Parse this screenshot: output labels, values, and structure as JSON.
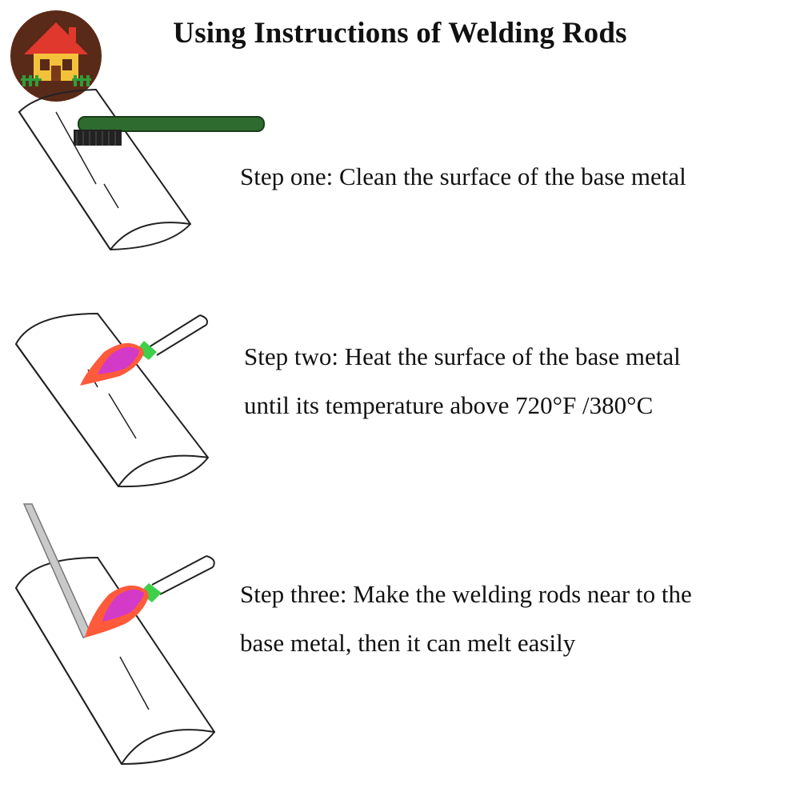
{
  "title": "Using Instructions of Welding Rods",
  "logo": {
    "icon": "house-icon",
    "colors": {
      "circle": "#5a2a18",
      "roof": "#e0382c",
      "wall": "#f4c23a",
      "fence": "#2e9e3a"
    }
  },
  "steps": [
    {
      "lines": [
        "Step one: Clean the surface of the base metal"
      ],
      "illustration": "wire-brush-on-metal"
    },
    {
      "lines": [
        "Step two: Heat the surface of the base metal",
        "until its temperature above 720°F /380°C"
      ],
      "illustration": "torch-heating-metal"
    },
    {
      "lines": [
        "Step three: Make the welding rods near to the",
        "base metal, then it can melt easily"
      ],
      "illustration": "rod-and-torch-on-metal"
    }
  ],
  "colors": {
    "brush_handle": "#2e6b2e",
    "flame_outer": "#ff5a3a",
    "flame_inner": "#d43ac8",
    "torch_tip": "#3fcf4a",
    "rod": "#c9c9c9"
  }
}
